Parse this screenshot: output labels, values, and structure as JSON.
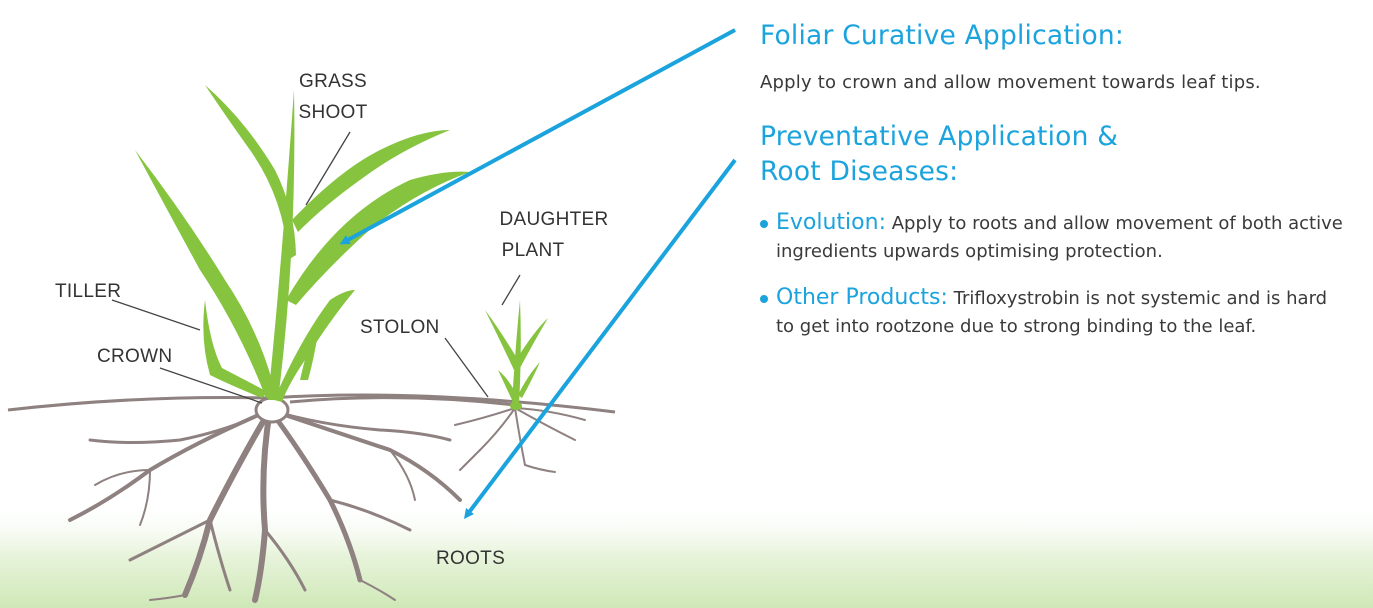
{
  "labels": {
    "grass_shoot_line1": "GRASS",
    "grass_shoot_line2": "SHOOT",
    "daughter_plant_line1": "DAUGHTER",
    "daughter_plant_line2": "PLANT",
    "tiller": "TILLER",
    "crown": "CROWN",
    "stolon": "STOLON",
    "roots": "ROOTS"
  },
  "foliar": {
    "heading": "Foliar Curative Application:",
    "body": "Apply to crown and allow movement towards leaf tips."
  },
  "preventative": {
    "heading_line1": "Preventative Application &",
    "heading_line2": "Root Diseases:",
    "bullets": [
      {
        "lead": "Evolution:",
        "text": "Apply to roots and allow movement of both active ingredients upwards optimising protection."
      },
      {
        "lead": "Other Products:",
        "text": "Trifloxystrobin is not systemic and is hard to get into rootzone due to strong binding to the leaf."
      }
    ]
  },
  "colors": {
    "accent": "#1aa3dc",
    "leaf_green": "#86c43f",
    "root_brown": "#8e8180",
    "ground_green": "#d6ebc0"
  }
}
